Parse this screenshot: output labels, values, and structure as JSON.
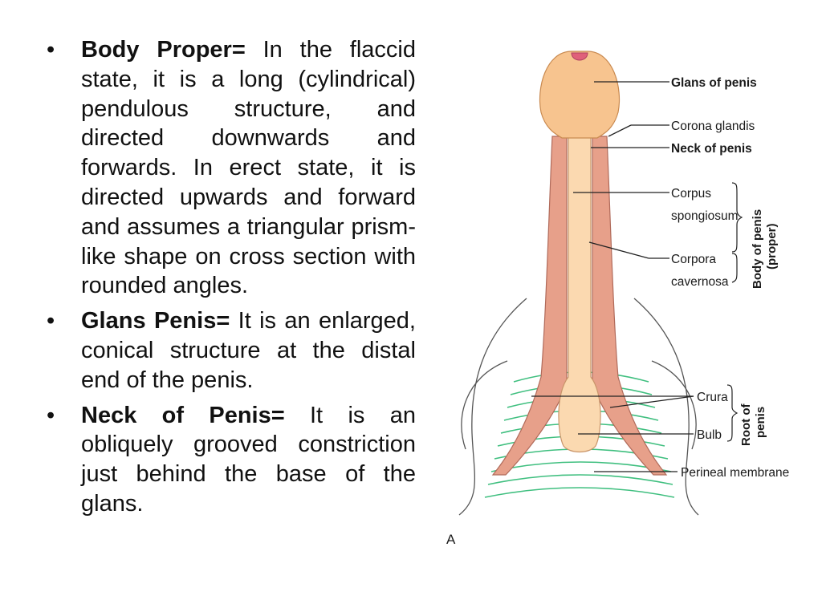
{
  "bullets": [
    {
      "term": "Body Proper=",
      "text": " In the flaccid state, it is a long (cylindrical) pendulous structure, and directed downwards and forwards. In erect state, it is directed upwards and forward and assumes a triangular prism-like shape on cross section with rounded angles."
    },
    {
      "term": "Glans Penis=",
      "text": " It is an enlarged, conical structure at the distal end of the penis."
    },
    {
      "term": "Neck of Penis=",
      "text": " It is an obliquely grooved constriction just behind the base of the glans."
    }
  ],
  "figure": {
    "labels": {
      "glans": "Glans of penis",
      "corona": "Corona glandis",
      "neck": "Neck of penis",
      "spongiosum_1": "Corpus",
      "spongiosum_2": "spongiosum",
      "cavernosa_1": "Corpora",
      "cavernosa_2": "cavernosa",
      "crura": "Crura",
      "bulb": "Bulb",
      "perineal": "Perineal membrane"
    },
    "groups": {
      "body_1": "Body of penis",
      "body_2": "(proper)",
      "root_1": "Root of",
      "root_2": "penis"
    },
    "figure_letter": "A",
    "colors": {
      "glans": "#f7c48f",
      "spongiosum": "#fbd9b0",
      "cavernosa": "#e7a08a",
      "membrane": "#3fbf7f",
      "outline": "#444444",
      "leader": "#222222"
    }
  }
}
